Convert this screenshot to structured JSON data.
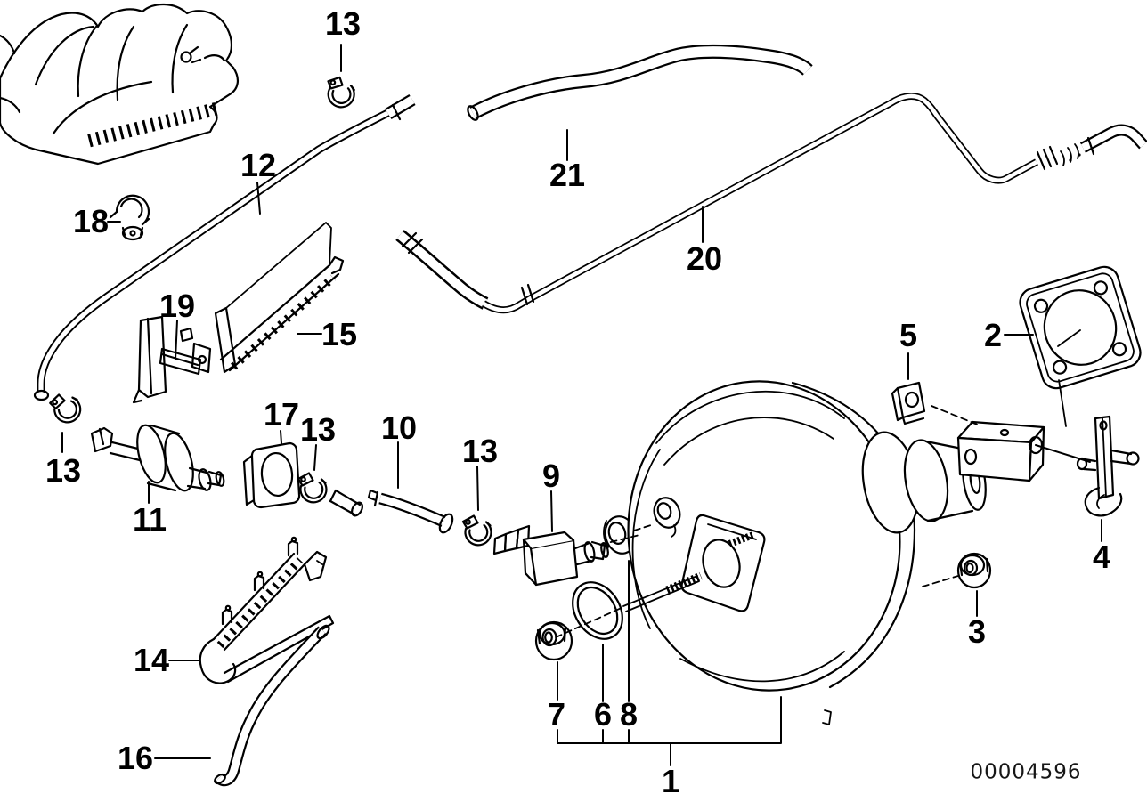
{
  "figure": {
    "doc_number": "00004596"
  },
  "callouts": {
    "c13a": {
      "label": "13"
    },
    "c12": {
      "label": "12"
    },
    "c18": {
      "label": "18"
    },
    "c21": {
      "label": "21"
    },
    "c20": {
      "label": "20"
    },
    "c19": {
      "label": "19"
    },
    "c15": {
      "label": "15"
    },
    "c17": {
      "label": "17"
    },
    "c13b": {
      "label": "13"
    },
    "c10": {
      "label": "10"
    },
    "c13c": {
      "label": "13"
    },
    "c9": {
      "label": "9"
    },
    "c11": {
      "label": "11"
    },
    "c13d": {
      "label": "13"
    },
    "c14": {
      "label": "14"
    },
    "c16": {
      "label": "16"
    },
    "c5": {
      "label": "5"
    },
    "c2": {
      "label": "2"
    },
    "c4": {
      "label": "4"
    },
    "c3": {
      "label": "3"
    },
    "c7": {
      "label": "7"
    },
    "c6": {
      "label": "6"
    },
    "c8": {
      "label": "8"
    },
    "c1": {
      "label": "1"
    }
  },
  "line_color": "#000000",
  "background_color": "#ffffff"
}
